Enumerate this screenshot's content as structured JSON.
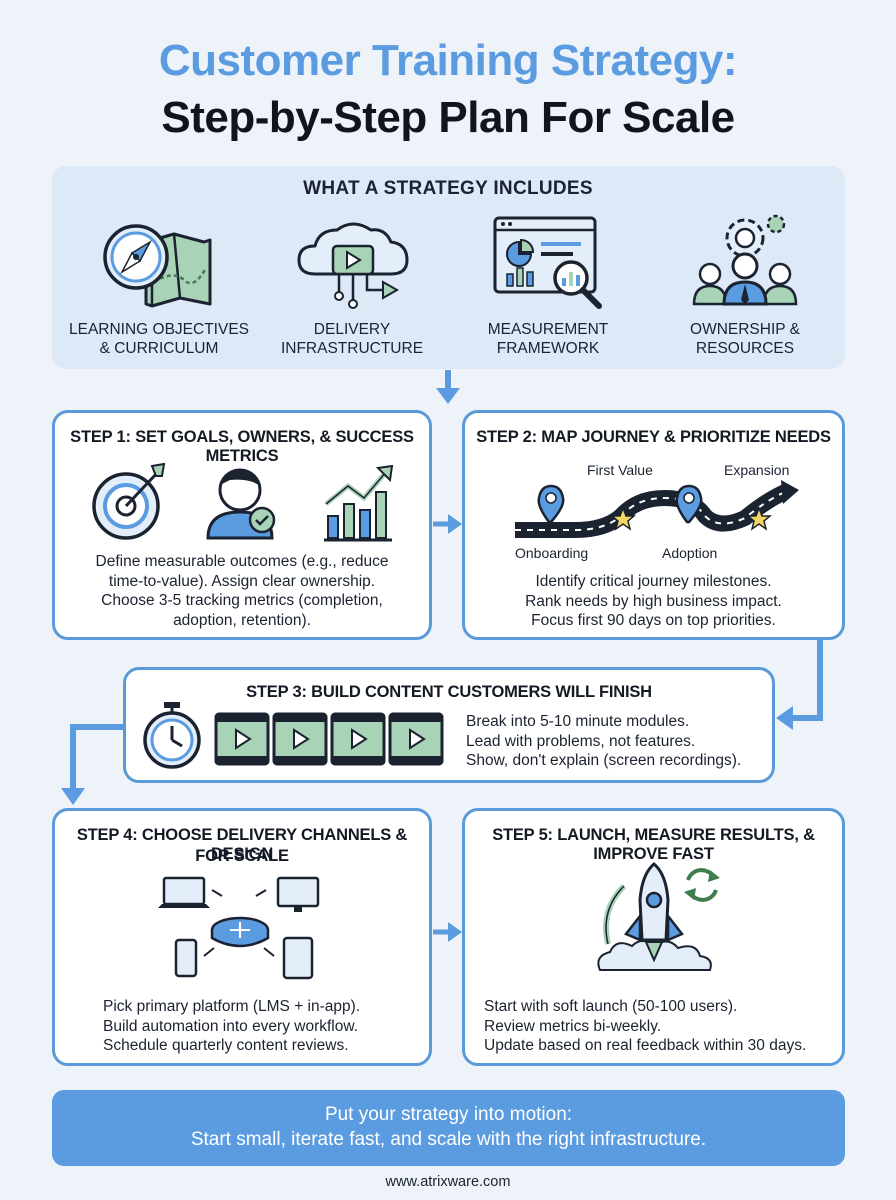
{
  "title": {
    "line1": "Customer Training Strategy:",
    "line2": "Step-by-Step Plan For Scale"
  },
  "includes": {
    "heading": "WHAT A STRATEGY INCLUDES",
    "items": [
      {
        "label": "LEARNING OBJECTIVES\n& CURRICULUM",
        "icon": "compass-map-icon"
      },
      {
        "label": "DELIVERY\nINFRASTRUCTURE",
        "icon": "cloud-video-icon"
      },
      {
        "label": "MEASUREMENT\nFRAMEWORK",
        "icon": "dashboard-magnifier-icon"
      },
      {
        "label": "OWNERSHIP &\nRESOURCES",
        "icon": "team-gears-icon"
      }
    ]
  },
  "steps": [
    {
      "title": "STEP 1: SET GOALS, OWNERS, & SUCCESS METRICS",
      "body": "Define measurable outcomes (e.g., reduce\ntime-to-value). Assign clear ownership.\nChoose 3-5 tracking metrics (completion,\nadoption, retention)."
    },
    {
      "title": "STEP 2: MAP JOURNEY & PRIORITIZE NEEDS",
      "journey": {
        "first_value": "First Value",
        "expansion": "Expansion",
        "onboarding": "Onboarding",
        "adoption": "Adoption"
      },
      "body": "Identify critical journey milestones.\nRank needs by high business impact.\nFocus first 90 days on top priorities."
    },
    {
      "title": "STEP 3: BUILD CONTENT CUSTOMERS WILL FINISH",
      "body": "Break into 5-10 minute modules.\nLead with problems, not features.\nShow, don't explain (screen recordings)."
    },
    {
      "title_line1": "STEP 4: CHOOSE DELIVERY CHANNELS & DESIGN",
      "title_line2": "FOR SCALE",
      "body": "Pick primary platform (LMS + in-app).\nBuild automation into every workflow.\nSchedule quarterly content reviews."
    },
    {
      "title": "STEP 5: LAUNCH, MEASURE RESULTS, & IMPROVE FAST",
      "body": "Start with soft launch (50-100 users).\nReview metrics bi-weekly.\nUpdate based on real feedback within 30 days."
    }
  ],
  "cta": "Put your strategy into motion:\nStart small, iterate fast, and scale with the right infrastructure.",
  "footer": "www.atrixware.com",
  "colors": {
    "accent_blue": "#5b9be0",
    "card_border": "#5a9ad9",
    "green": "#9fcfae",
    "background": "#eef3f9"
  }
}
